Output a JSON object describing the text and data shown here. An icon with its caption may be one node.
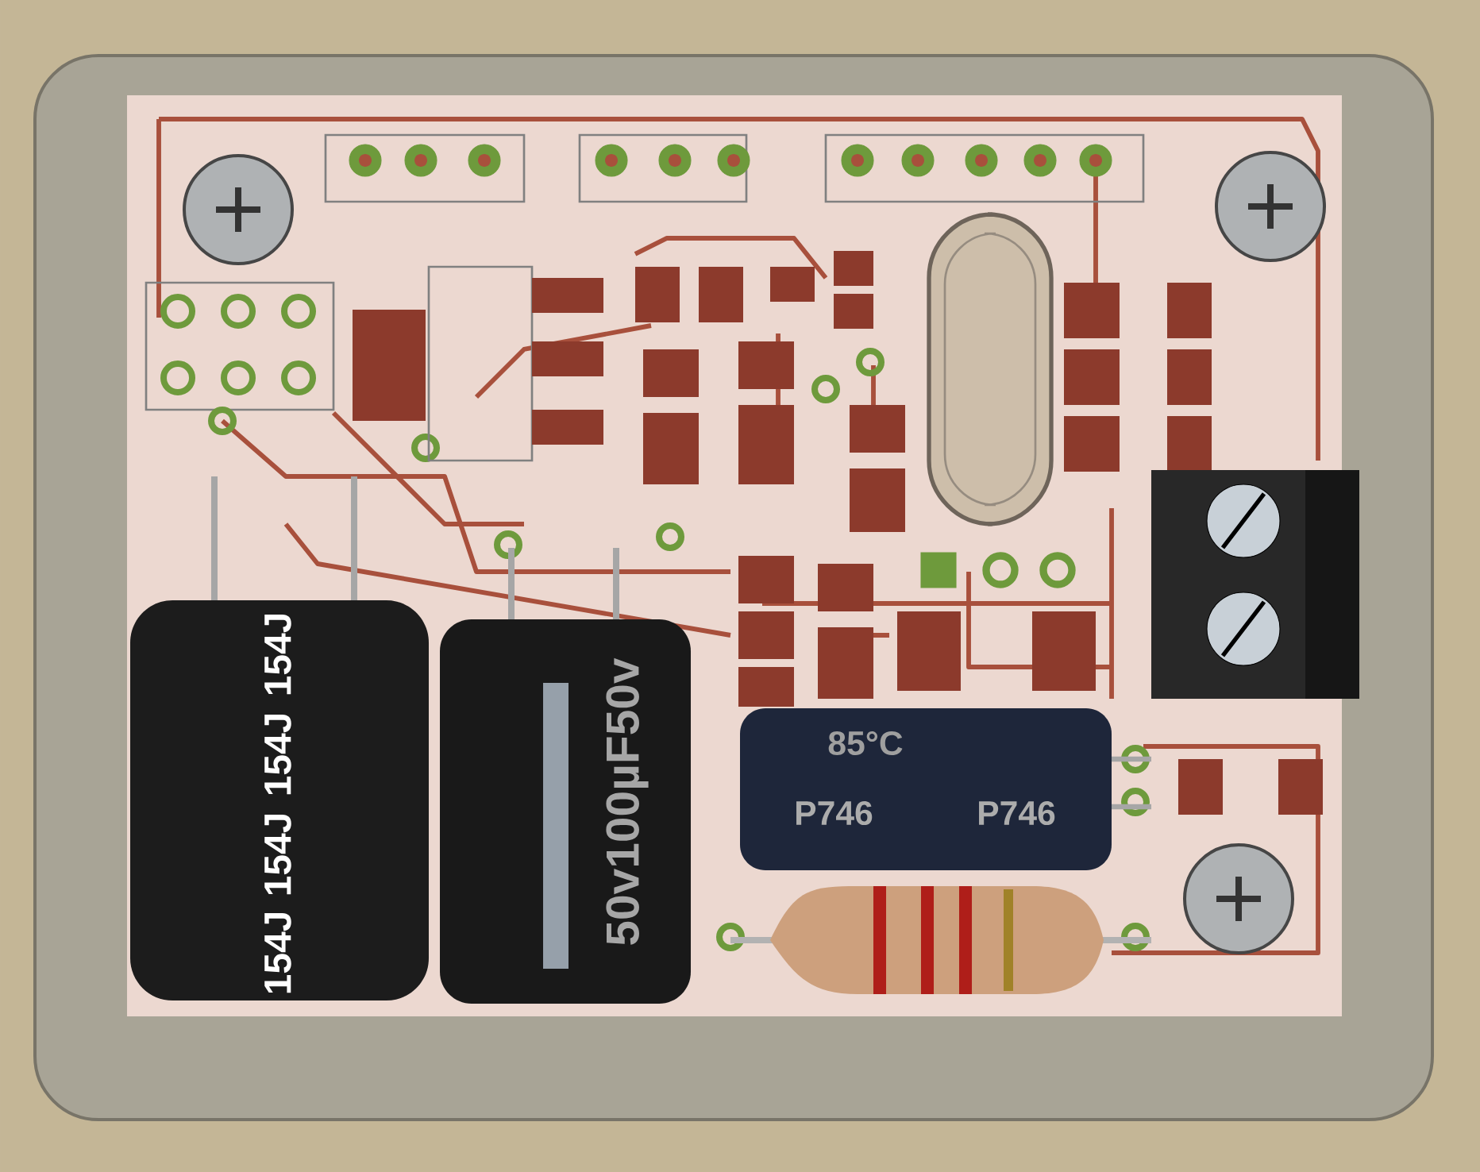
{
  "diagram": {
    "labels": [
      "154J",
      "154J",
      "154J",
      "154J",
      "50v100µF50v",
      "85°C",
      "P746",
      "P746"
    ]
  }
}
